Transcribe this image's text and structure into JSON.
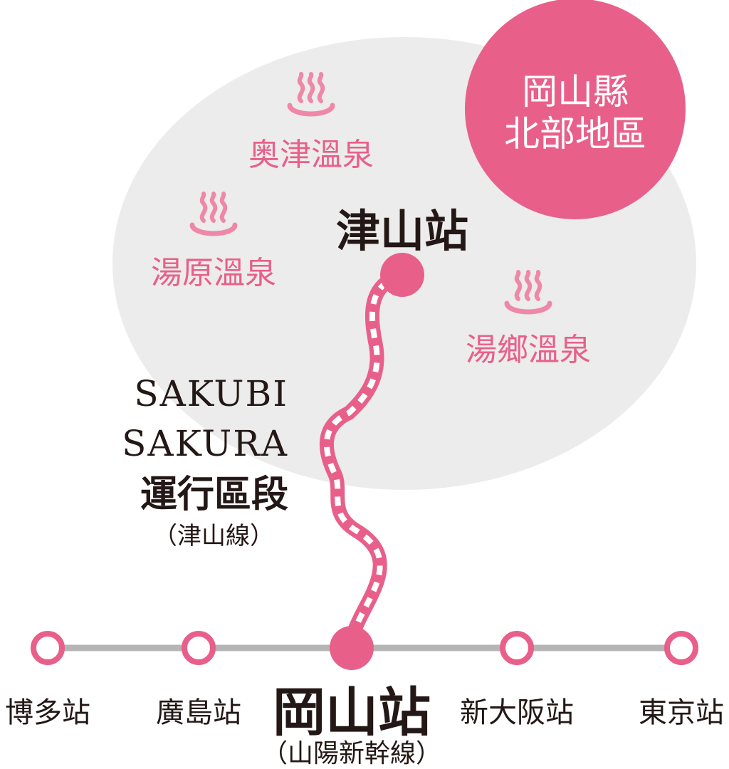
{
  "region": {
    "label_line1": "岡山縣",
    "label_line2": "北部地區"
  },
  "onsen": [
    {
      "name": "奥津溫泉"
    },
    {
      "name": "湯原溫泉"
    },
    {
      "name": "湯鄉溫泉"
    }
  ],
  "tsuyama_station": "津山站",
  "route": {
    "line1": "SAKUBI",
    "line2": "SAKURA",
    "line3": "運行區段",
    "line4": "（津山線）"
  },
  "shinkansen": {
    "stations": [
      "博多站",
      "廣島站",
      "岡山站",
      "新大阪站",
      "東京站"
    ],
    "line_name": "（山陽新幹線）"
  },
  "colors": {
    "accent": "#e8608a",
    "accent_light": "#ef88a8",
    "region_bg": "#ececec",
    "line_gray": "#b5b5b5",
    "text_dark": "#231815"
  }
}
